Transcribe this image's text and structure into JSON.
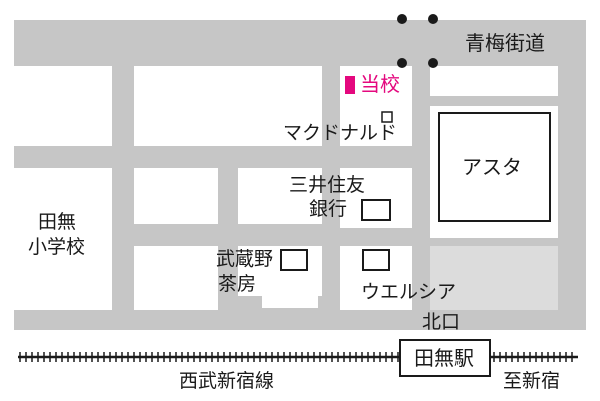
{
  "colors": {
    "road": "#c6c6c6",
    "shop_area": "#dcdcdc",
    "school_accent": "#e4087e",
    "ink": "#1a1a1a",
    "block": "#ffffff"
  },
  "labels": {
    "road_name": "青梅街道",
    "school": "当校",
    "mcdonalds": "マクドナルド",
    "bank_line1": "三井住友",
    "bank_line2": "銀行",
    "asta": "アスタ",
    "elementary_line1": "田無",
    "elementary_line2": "小学校",
    "cafe_line1": "武蔵野",
    "cafe_line2": "茶房",
    "welcia": "ウエルシア",
    "north_exit": "北口",
    "station": "田無駅",
    "railway": "西武新宿線",
    "direction": "至新宿"
  },
  "icons": [
    "traffic-signal-icon",
    "school-marker-icon",
    "building-marker-icon",
    "station-box-icon",
    "railway-track-icon"
  ]
}
